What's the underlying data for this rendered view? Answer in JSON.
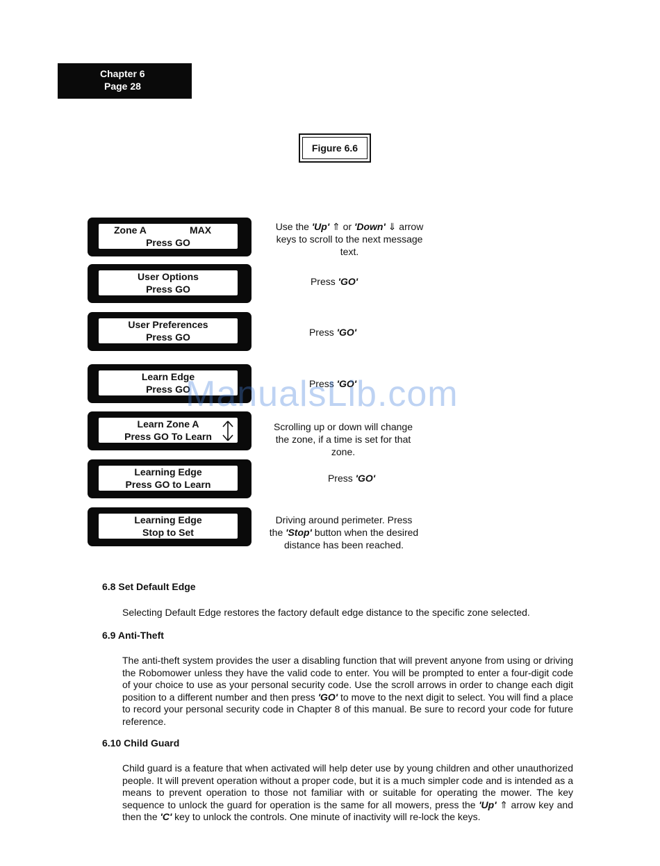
{
  "header": {
    "chapter": "Chapter 6",
    "page": "Page 28"
  },
  "figure": {
    "label": "Figure 6.6"
  },
  "displays": [
    {
      "line1_left": "Zone A",
      "line1_right": "MAX",
      "line2": "Press GO"
    },
    {
      "line1": "User Options",
      "line2": "Press GO"
    },
    {
      "line1": "User Preferences",
      "line2": "Press GO"
    },
    {
      "line1": "Learn Edge",
      "line2": "Press GO"
    },
    {
      "line1": "Learn Zone A",
      "line2": "Press GO To Learn"
    },
    {
      "line1": "Learning Edge",
      "line2": "Press GO to Learn"
    },
    {
      "line1": "Learning Edge",
      "line2": "Stop to Set"
    }
  ],
  "notes": {
    "n1": {
      "pre": "Use the ",
      "up": "'Up'",
      "mid": " ⇑ or ",
      "down": "'Down'",
      "post": " ⇓ arrow keys to scroll to the next message text."
    },
    "n2": {
      "pre": "Press ",
      "key": "'GO'"
    },
    "n3": {
      "pre": "Press ",
      "key": "'GO'"
    },
    "n4": {
      "pre": "Press ",
      "key": "'GO'"
    },
    "n5": {
      "text": "Scrolling up or down will change the zone, if a time is set for that zone."
    },
    "n6": {
      "pre": "Press ",
      "key": "'GO'"
    },
    "n7": {
      "pre": "Driving around perimeter.  Press the ",
      "key": "'Stop'",
      "post": " button when the desired distance has been reached."
    }
  },
  "sections": {
    "s68": {
      "heading": "6.8  Set Default Edge",
      "body": "Selecting Default Edge restores the factory default edge distance to the specific zone selected."
    },
    "s69": {
      "heading": "6.9  Anti-Theft",
      "body_a": "The anti-theft system provides the user a disabling function that will prevent anyone from using or driving the Robomower unless they have the valid code to enter.  You will be prompted to enter a four-digit code of your choice to use as your personal security code.  Use the scroll arrows in order to change each digit position to a different number and then press ",
      "key": "'GO'",
      "body_b": " to move to the next digit to select.  You will find a place to record your personal security code in Chapter 8 of this manual.  Be sure to record your code for future reference."
    },
    "s610": {
      "heading": "6.10 Child Guard",
      "body_a": "Child guard is a feature that when activated will help deter use by young children and other unauthorized people.  It will prevent operation without a proper code, but it is a much simpler code and is intended as a means to prevent operation to those not familiar with or suitable for operating the mower.  The key sequence to unlock the guard for operation is the same for all mowers, press the ",
      "key1": "'Up'",
      "mid": " ⇑ arrow key and then the ",
      "key2": "'C'",
      "body_b": " key to unlock the controls.  One minute of inactivity will re-lock the keys."
    }
  },
  "watermark": "ManualsLib.com"
}
